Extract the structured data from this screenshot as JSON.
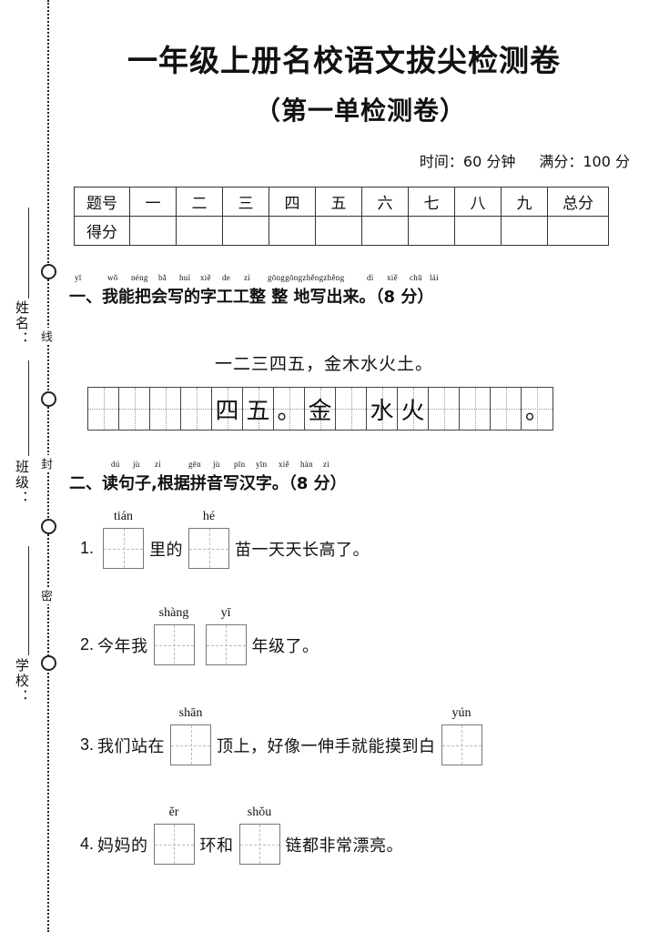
{
  "paper": {
    "title_main": "一年级上册名校语文拔尖检测卷",
    "title_sub": "（第一单检测卷）",
    "time_label": "时间：60 分钟",
    "score_label": "满分：100 分"
  },
  "seal_margin": {
    "fields": [
      {
        "label": "姓名："
      },
      {
        "label": "班级："
      },
      {
        "label": "学校："
      }
    ],
    "seal_chars": [
      "线",
      "封",
      "密"
    ]
  },
  "score_table": {
    "row_labels": [
      "题号",
      "得分"
    ],
    "columns": [
      "一",
      "二",
      "三",
      "四",
      "五",
      "六",
      "七",
      "八",
      "九"
    ],
    "total_label": "总分",
    "scores": [
      "",
      "",
      "",
      "",
      "",
      "",
      "",
      "",
      "",
      ""
    ]
  },
  "sections": [
    {
      "pinyin": [
        "yī",
        "wǒ",
        "néng",
        "bǎ",
        "huì",
        "xiě",
        "de",
        "zì",
        "gōnggōngzhěngzhěng",
        "dì",
        "xiě",
        "chū",
        "lái"
      ],
      "title": "一、我能把会写的字工工整 整 地写出来。（8 分）",
      "model_sentence": "一二三四五，金木水火土。",
      "write_cells": [
        "",
        "",
        "",
        "",
        "四",
        "五",
        "。",
        "金",
        "",
        "水",
        "火",
        "",
        "",
        "",
        "。"
      ]
    },
    {
      "pinyin": [
        "dú",
        "jù",
        "zi",
        "gēn",
        "jù",
        "pīn",
        "yīn",
        "xiě",
        "hàn",
        "zì"
      ],
      "title": "二、读句子,根据拼音写汉字。（8 分）",
      "questions": [
        {
          "number": "1.",
          "parts": [
            {
              "type": "box",
              "pinyin": "tián"
            },
            {
              "type": "text",
              "value": "里的"
            },
            {
              "type": "box",
              "pinyin": "hé"
            },
            {
              "type": "text",
              "value": "苗一天天长高了。"
            }
          ]
        },
        {
          "number": "2.",
          "parts": [
            {
              "type": "text",
              "value": "今年我"
            },
            {
              "type": "box",
              "pinyin": "shàng"
            },
            {
              "type": "box",
              "pinyin": "yī"
            },
            {
              "type": "text",
              "value": "年级了。"
            }
          ]
        },
        {
          "number": "3.",
          "parts": [
            {
              "type": "text",
              "value": "我们站在"
            },
            {
              "type": "box",
              "pinyin": "shān"
            },
            {
              "type": "text",
              "value": "顶上，好像一伸手就能摸到白"
            },
            {
              "type": "box",
              "pinyin": "yún"
            }
          ]
        },
        {
          "number": "4.",
          "parts": [
            {
              "type": "text",
              "value": "妈妈的"
            },
            {
              "type": "box",
              "pinyin": "ěr"
            },
            {
              "type": "text",
              "value": "环和"
            },
            {
              "type": "box",
              "pinyin": "shǒu"
            },
            {
              "type": "text",
              "value": "链都非常漂亮。"
            }
          ]
        }
      ]
    }
  ]
}
